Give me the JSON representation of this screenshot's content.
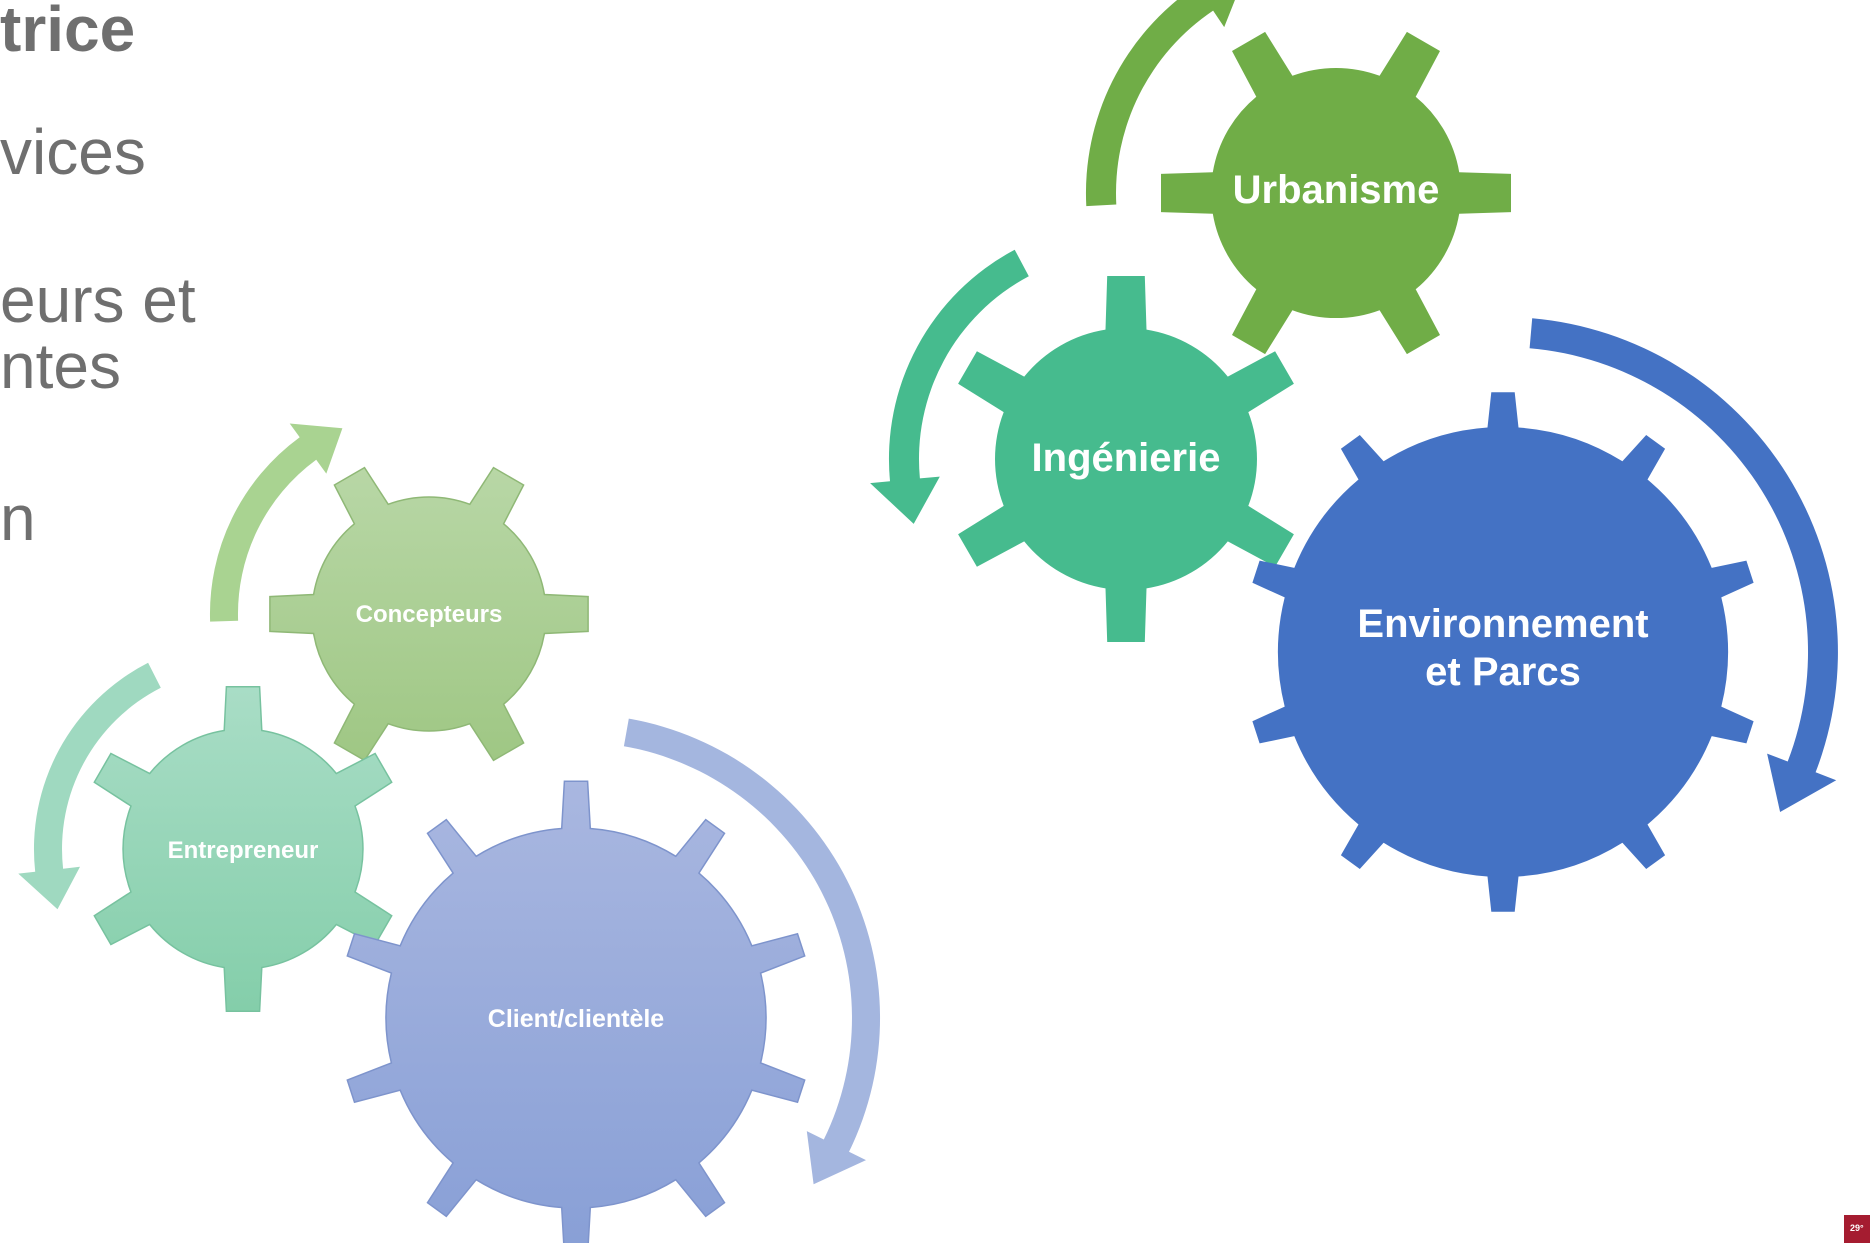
{
  "slide": {
    "title_fragment": "trice",
    "body_fragments": [
      "vices",
      "eurs et",
      "ntes",
      "n"
    ]
  },
  "diagrams": {
    "small_cycle": {
      "colors": {
        "concepteurs": "#a3c98a",
        "entrepreneur": "#93d3b6",
        "client": "#97a8d9",
        "arrow_green": "#a9d391",
        "arrow_teal": "#9fd9c0",
        "arrow_blue": "#a4b6df"
      },
      "gears": {
        "concepteurs": "Concepteurs",
        "entrepreneur": "Entrepreneur",
        "client": "Client/clientèle"
      }
    },
    "large_cycle": {
      "colors": {
        "urbanisme": "#70ad47",
        "ingenierie": "#46bb8e",
        "environnement": "#4472c4",
        "arrow_green": "#70ad47",
        "arrow_teal": "#46bb8e",
        "arrow_blue": "#4472c4"
      },
      "gears": {
        "urbanisme": "Urbanisme",
        "ingenierie": "Ingénierie",
        "environnement_line1": "Environnement",
        "environnement_line2": "et  Parcs"
      }
    }
  },
  "logo": {
    "text": "29°",
    "color": "#a51c30"
  }
}
